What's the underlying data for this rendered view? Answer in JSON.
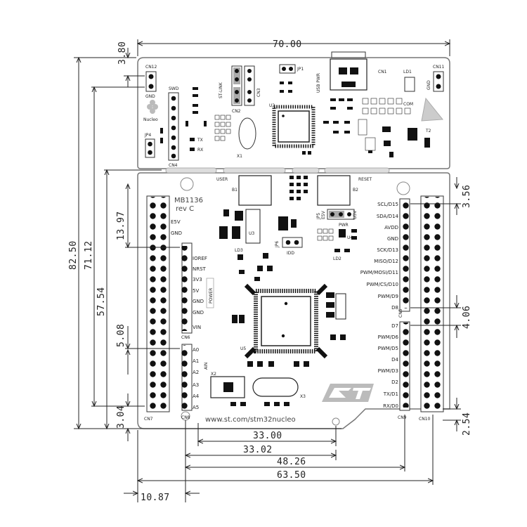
{
  "dimensions": {
    "top_width": "70.00",
    "v_3_80": "3.80",
    "v_82_50": "82.50",
    "v_71_12": "71.12",
    "v_57_54": "57.54",
    "v_13_97": "13.97",
    "v_5_08": "5.08",
    "v_3_04": "3.04",
    "v_3_56": "3.56",
    "v_4_06": "4.06",
    "v_2_54": "2.54",
    "h_33_00": "33.00",
    "h_33_02": "33.02",
    "h_48_26": "48.26",
    "h_63_50": "63.50",
    "h_10_87": "10.87"
  },
  "board": {
    "cn12": "CN12",
    "cn1": "CN1",
    "cn11": "CN11",
    "ld1": "LD1",
    "gnd_top": "GND",
    "gnd_right": "GND",
    "nucleo": "Nucleo",
    "swd": "SWD",
    "st_link": "ST-LINK",
    "usb_pwr": "USB PWR",
    "com": "COM",
    "cn2": "CN2",
    "cn3": "CN3",
    "cn4": "CN4",
    "jp1": "JP1",
    "jp4": "JP4",
    "u2": "U2",
    "x1": "X1",
    "t2": "T2",
    "tx": "TX",
    "rx": "RX",
    "user": "USER",
    "reset": "RESET",
    "b1": "B1",
    "b2": "B2",
    "mb": "MB1136",
    "rev": "rev C",
    "u3": "U3",
    "u5": "U5",
    "u4": "U4",
    "x2": "X2",
    "x3": "X3",
    "ld2": "LD2",
    "ld3": "LD3",
    "jp5": "JP5",
    "jp6": "JP6",
    "pwr": "PWR",
    "e5v": "E5V",
    "u5v": "U5V",
    "idd": "IDD",
    "power": "POWER",
    "ain": "AIN",
    "cn5": "CN5",
    "cn6": "CN6",
    "cn7": "CN7",
    "cn8": "CN8",
    "cn9": "CN9",
    "cn10": "CN10",
    "url": "www.st.com/stm32nucleo"
  },
  "cn6_pins": [
    "IOREF",
    "NRST",
    "3V3",
    "5V",
    "GND",
    "GND",
    "VIN"
  ],
  "cn8_pins": [
    "A0",
    "A1",
    "A2",
    "A3",
    "A4",
    "A5"
  ],
  "left_upper": [
    "E5V",
    "GND"
  ],
  "right_pins": [
    "SCL/D15",
    "SDA/D14",
    "AVDD",
    "GND",
    "SCK/D13",
    "MISO/D12",
    "PWM/MOSI/D11",
    "PWM/CS/D10",
    "PWM/D9",
    "D8",
    "D7",
    "PWM/D6",
    "PWM/D5",
    "D4",
    "PWM/D3",
    "D2",
    "TX/D1",
    "RX/D0"
  ]
}
